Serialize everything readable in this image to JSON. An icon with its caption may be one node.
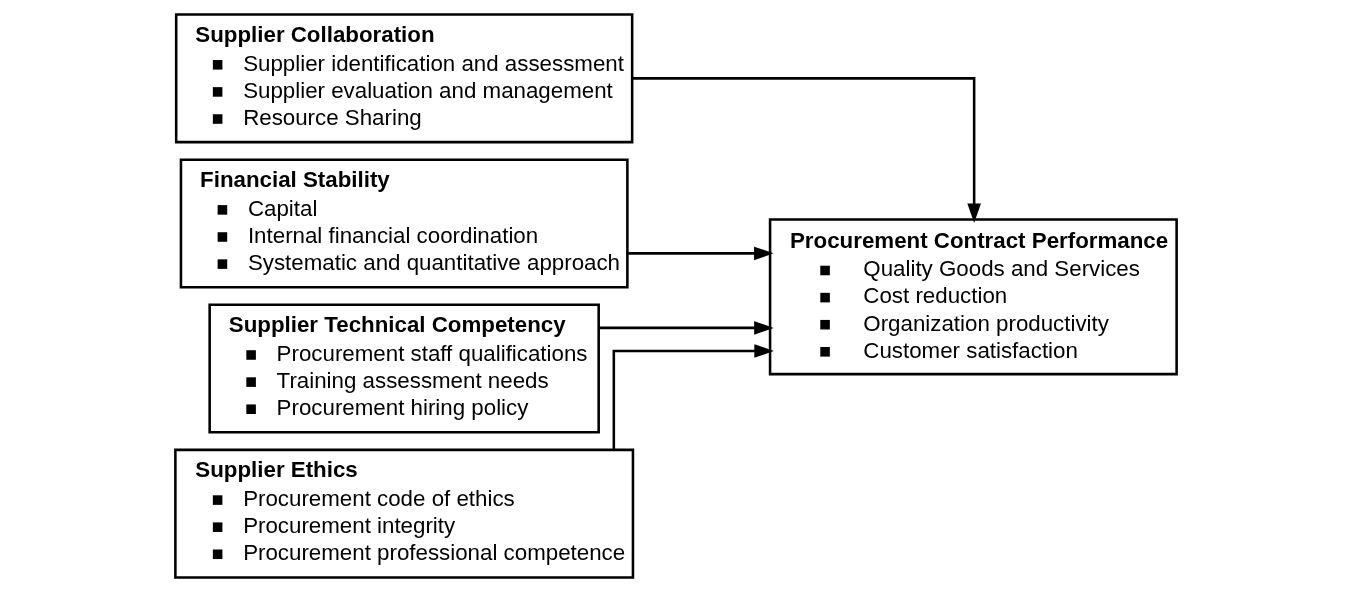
{
  "diagram": {
    "nodes": [
      {
        "text": [
          "Supplier Collaboration",
          "Supplier identification and assessment",
          "Supplier evaluation and management",
          "Resource Sharing"
        ]
      },
      {
        "text": [
          "Financial Stability",
          "Capital",
          "Internal financial coordination",
          "Systematic and quantitative approach"
        ]
      },
      {
        "text": [
          "Supplier Technical Competency",
          "Procurement staff qualifications",
          "Training assessment needs",
          "Procurement hiring policy"
        ]
      },
      {
        "text": [
          "Supplier Ethics",
          "Procurement code of ethics",
          "Procurement integrity",
          "Procurement professional competence"
        ]
      },
      {
        "text": [
          "Procurement Contract Performance",
          "Quality Goods and Services",
          "Cost reduction",
          "Organization productivity",
          "Customer satisfaction"
        ]
      }
    ],
    "edges": [
      {
        "from": 0,
        "to": 4,
        "arrow": "to"
      },
      {
        "from": 1,
        "to": 4,
        "arrow": "to"
      },
      {
        "from": 2,
        "to": 4,
        "arrow": "to"
      },
      {
        "from": 3,
        "to": 4,
        "arrow": "to"
      }
    ]
  }
}
